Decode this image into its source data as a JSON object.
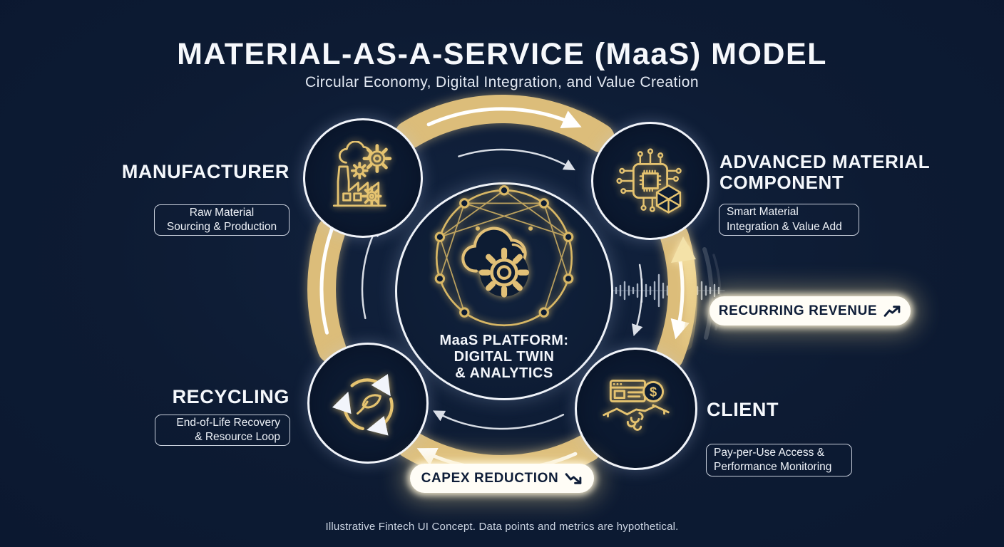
{
  "theme": {
    "background": "#0d1b33",
    "band_gold": "#dcbd7a",
    "icon_gold": "#e5c370",
    "white": "#f4f7fb",
    "badge_bg": "#fffdf6",
    "badge_text": "#0e1d38"
  },
  "header": {
    "title": "MATERIAL-AS-A-SERVICE (MaaS) MODEL",
    "subtitle": "Circular Economy, Digital Integration, and Value Creation"
  },
  "center": {
    "line1": "MaaS PLATFORM:",
    "line2": "DIGITAL TWIN",
    "line3": "& ANALYTICS"
  },
  "nodes": {
    "manufacturer": {
      "title": "MANUFACTURER",
      "box_line1": "Raw Material",
      "box_line2": "Sourcing & Production"
    },
    "advanced_material": {
      "title_line1": "ADVANCED MATERIAL",
      "title_line2": "COMPONENT",
      "box_line1": "Smart Material",
      "box_line2": "Integration & Value Add"
    },
    "client": {
      "title": "CLIENT",
      "box_line1": "Pay-per-Use Access &",
      "box_line2": "Performance Monitoring"
    },
    "recycling": {
      "title": "RECYCLING",
      "box_line1": "End-of-Life Recovery",
      "box_line2": "& Resource Loop"
    }
  },
  "badges": {
    "recurring_revenue": {
      "label": "RECURRING REVENUE"
    },
    "capex_reduction": {
      "label": "CAPEX REDUCTION"
    }
  },
  "icons": {
    "center": "network-cloud-gear-icon",
    "manufacturer": "factory-gears-icon",
    "advanced_material": "microchip-cube-icon",
    "client": "handshake-dollar-icon",
    "recycling": "recycle-leaf-icon",
    "recurring_revenue": "trend-up-arrow-icon",
    "capex_reduction": "trend-down-arrow-icon",
    "coin_symbol": "$"
  },
  "footer": {
    "disclaimer": "Illustrative Fintech UI Concept. Data points and metrics are hypothetical."
  }
}
